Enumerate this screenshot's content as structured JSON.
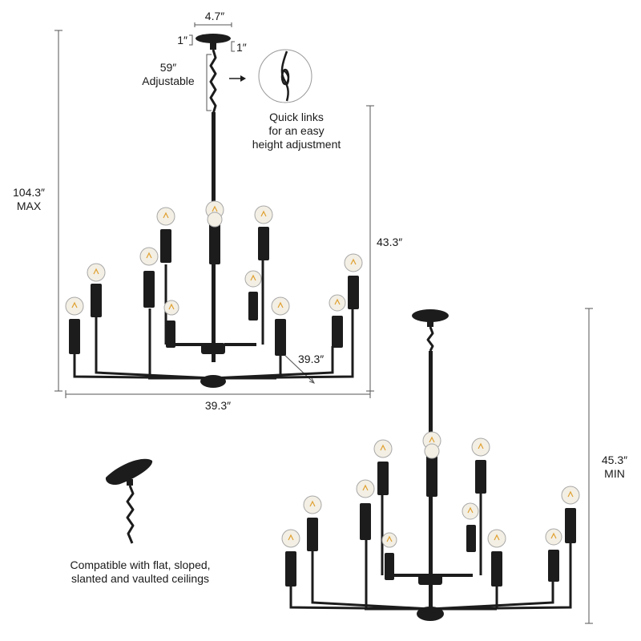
{
  "labels": {
    "canopy_width": "4.7″",
    "canopy_height_left": "1″",
    "canopy_height_right": "1″",
    "chain_length": "59″",
    "chain_note": "Adjustable",
    "quick_links_line1": "Quick links",
    "quick_links_line2": "for an easy",
    "quick_links_line3": "height adjustment",
    "max_height": "104.3″",
    "max_note": "MAX",
    "body_height": "43.3″",
    "depth": "39.3″",
    "width": "39.3″",
    "min_height": "45.3″",
    "min_note": "MIN",
    "ceiling_line1": "Compatible with flat, sloped,",
    "ceiling_line2": "slanted and vaulted ceilings"
  },
  "colors": {
    "fixture": "#1c1c1c",
    "dimension_line": "#555555",
    "bulb_glass": "#f3efe4",
    "bulb_outline": "#a8a8a8",
    "filament": "#e0a030",
    "text": "#1a1a1a"
  }
}
